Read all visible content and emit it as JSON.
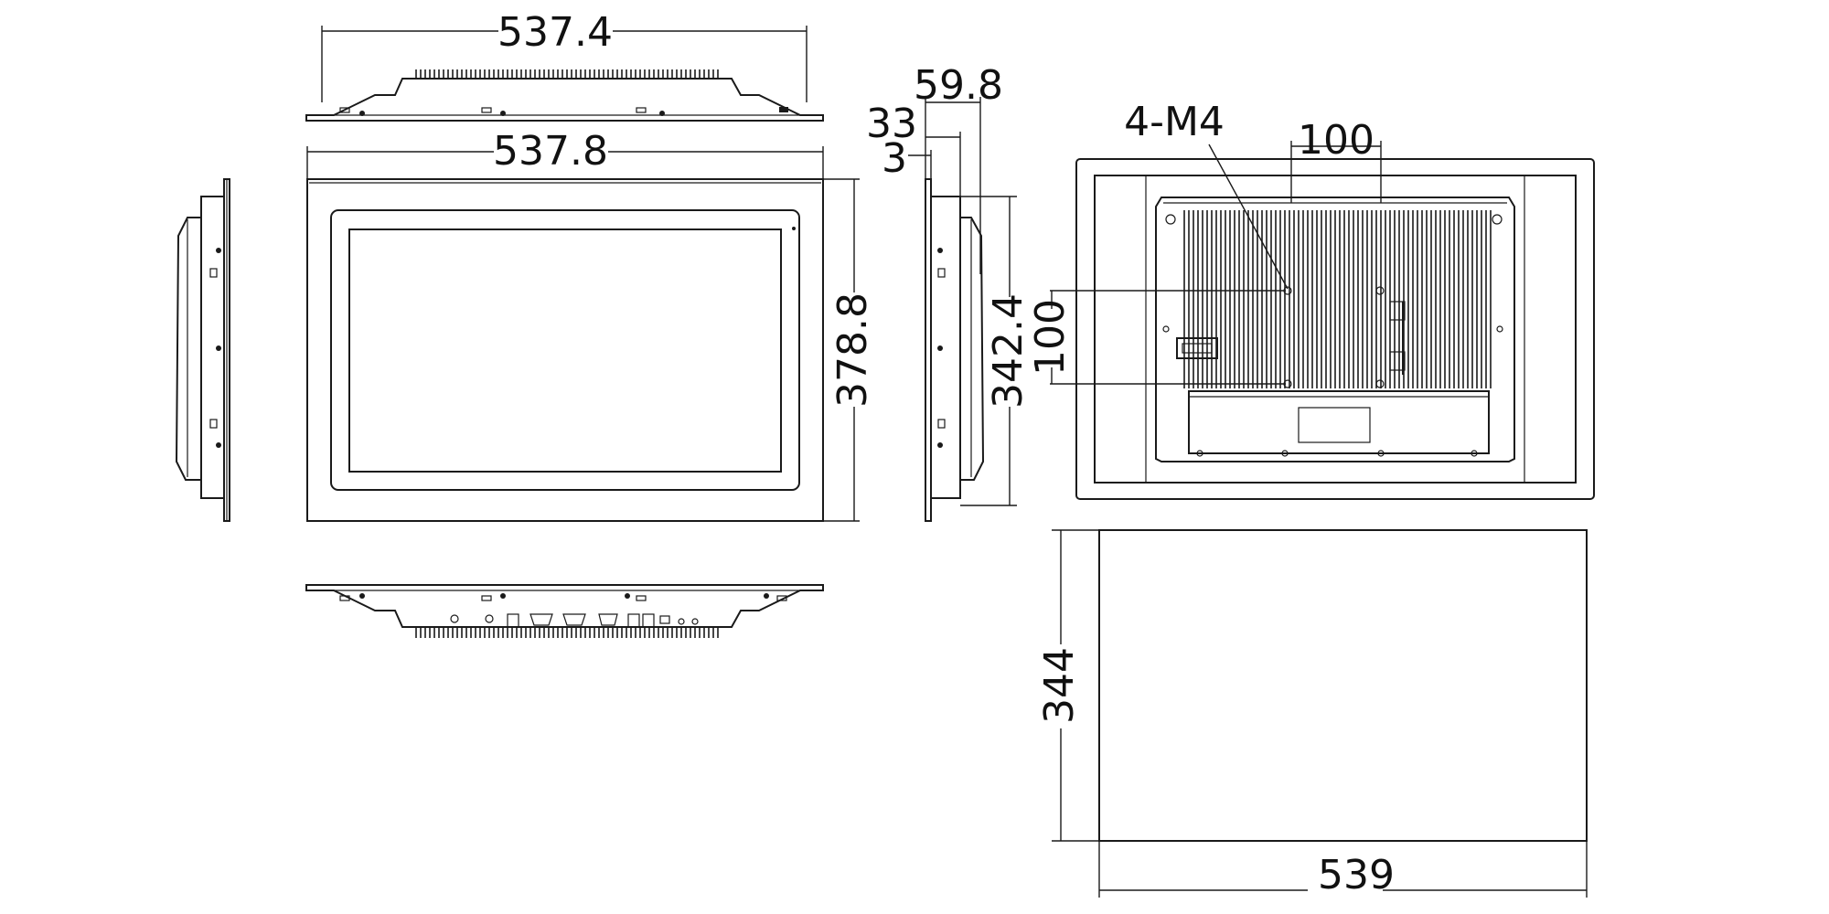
{
  "dimensions": {
    "top_width": "537.4",
    "front_width": "537.8",
    "front_height": "378.8",
    "side_depth": "59.8",
    "side_body": "33",
    "side_bezel": "3",
    "side_height": "342.4",
    "mount_label": "4-M4",
    "vesa_h": "100",
    "vesa_v": "100",
    "cutout_height": "344",
    "cutout_width": "539"
  },
  "colors": {
    "line": "#1a1a1a",
    "background": "#ffffff"
  }
}
